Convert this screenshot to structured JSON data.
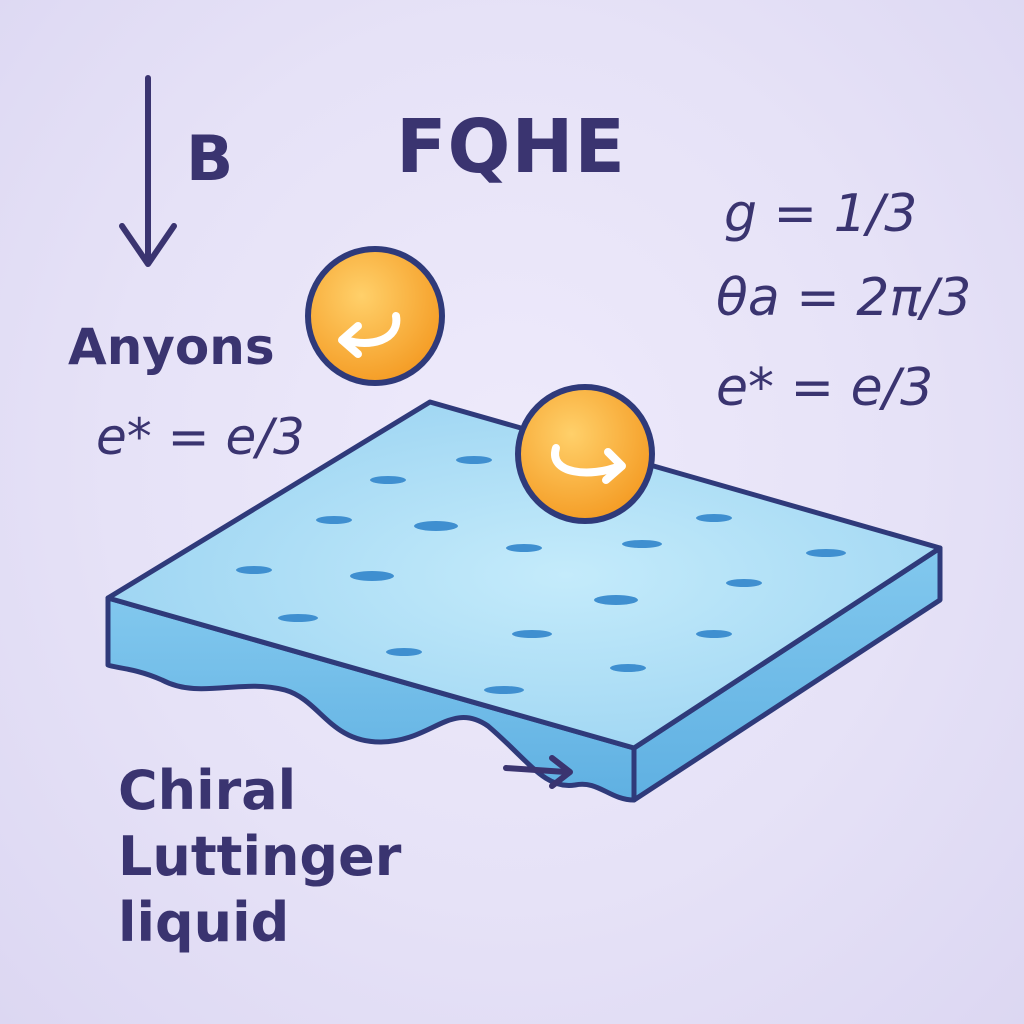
{
  "title": "FQHE",
  "magnetic_field": {
    "label": "B",
    "direction": "down"
  },
  "anyons": {
    "label": "Anyons",
    "charge": "e* = e/3"
  },
  "parameters": [
    {
      "text": "g = 1/3"
    },
    {
      "text": "θa = 2π/3"
    },
    {
      "text": "e* = e/3"
    }
  ],
  "edge": {
    "line1": "Chiral",
    "line2": "Luttinger",
    "line3": "liquid"
  },
  "colors": {
    "text": "#3a3470",
    "slab_top": "#9fd6f2",
    "slab_side": "#6cb9e6",
    "outline": "#2f3a7a",
    "anyon_fill": "#f7a733"
  },
  "icons": [
    "down-arrow-icon",
    "anyon-left-swirl-icon",
    "anyon-right-swirl-icon",
    "edge-current-arrow-icon"
  ]
}
